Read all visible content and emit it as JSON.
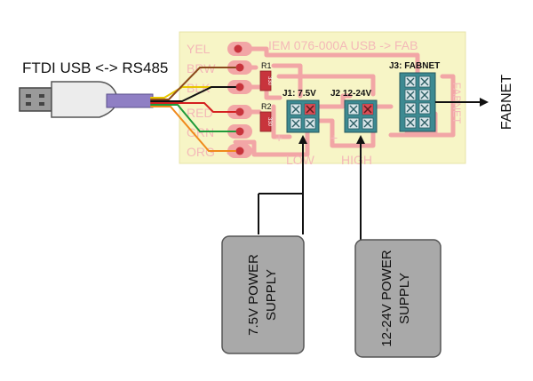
{
  "cable_label": "FTDI USB <-> RS485",
  "board": {
    "title": "IEM 076-000A  USB -> FAB",
    "wire_pads": [
      "YEL",
      "BRW",
      "BLK",
      "RED",
      "GRN",
      "ORG"
    ],
    "resistors": [
      "R1",
      "R2"
    ],
    "resistor_values": [
      "330",
      "330"
    ],
    "j1_label": "J1: 7.5V",
    "j2_label": "J2  12-24V",
    "j3_label": "J3: FABNET",
    "plus_signs": [
      "+",
      "+"
    ],
    "low_label": "LOW",
    "high_label": "HIGH",
    "fabnet_vertical": "FABNET"
  },
  "fabnet_out_label": "FABNET",
  "supplies": [
    {
      "line1": "7.5V POWER",
      "line2": "SUPPLY"
    },
    {
      "line1": "12-24V POWER",
      "line2": "SUPPLY"
    }
  ],
  "colors": {
    "board": "#f7f5c6",
    "trace": "#f2a6a6",
    "pad": "#c8343c",
    "header": "#3d8a92",
    "supply": "#a9a9a9",
    "cable": "#8f7fc4",
    "wire_colors": [
      "#e8c600",
      "#8b4a1c",
      "#111111",
      "#d42020",
      "#1f9a3a",
      "#f08a1c"
    ]
  }
}
